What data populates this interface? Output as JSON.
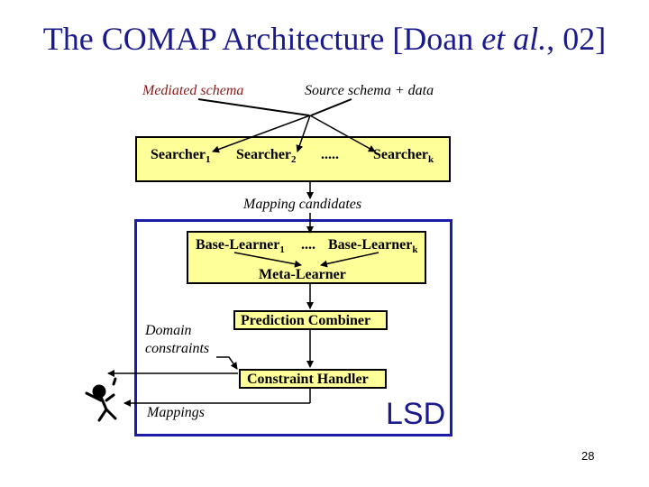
{
  "title": {
    "main": "The COMAP Architecture [Doan ",
    "em": "et al.",
    "rest": ", 02]"
  },
  "inputs": {
    "mediated": "Mediated schema",
    "source": "Source schema + data"
  },
  "searchers": {
    "s1": "Searcher",
    "s1_sub": "1",
    "s2": "Searcher",
    "s2_sub": "2",
    "dots": ".....",
    "sk": "Searcher",
    "sk_sub": "k"
  },
  "mapping_candidates": "Mapping candidates",
  "learners": {
    "base1": "Base-Learner",
    "base1_sub": "1",
    "dots": "....",
    "basek": "Base-Learner",
    "basek_sub": "k",
    "meta": "Meta-Learner"
  },
  "prediction_combiner": "Prediction Combiner",
  "domain_constraints": {
    "line1": "Domain",
    "line2": "constraints"
  },
  "constraint_handler": "Constraint Handler",
  "mappings": "Mappings",
  "lsd": "LSD",
  "page_number": "28",
  "colors": {
    "title": "#1a1a8c",
    "box": "#ffff99",
    "frame": "#1c1caa",
    "mediated_text": "#8b1a1a"
  }
}
